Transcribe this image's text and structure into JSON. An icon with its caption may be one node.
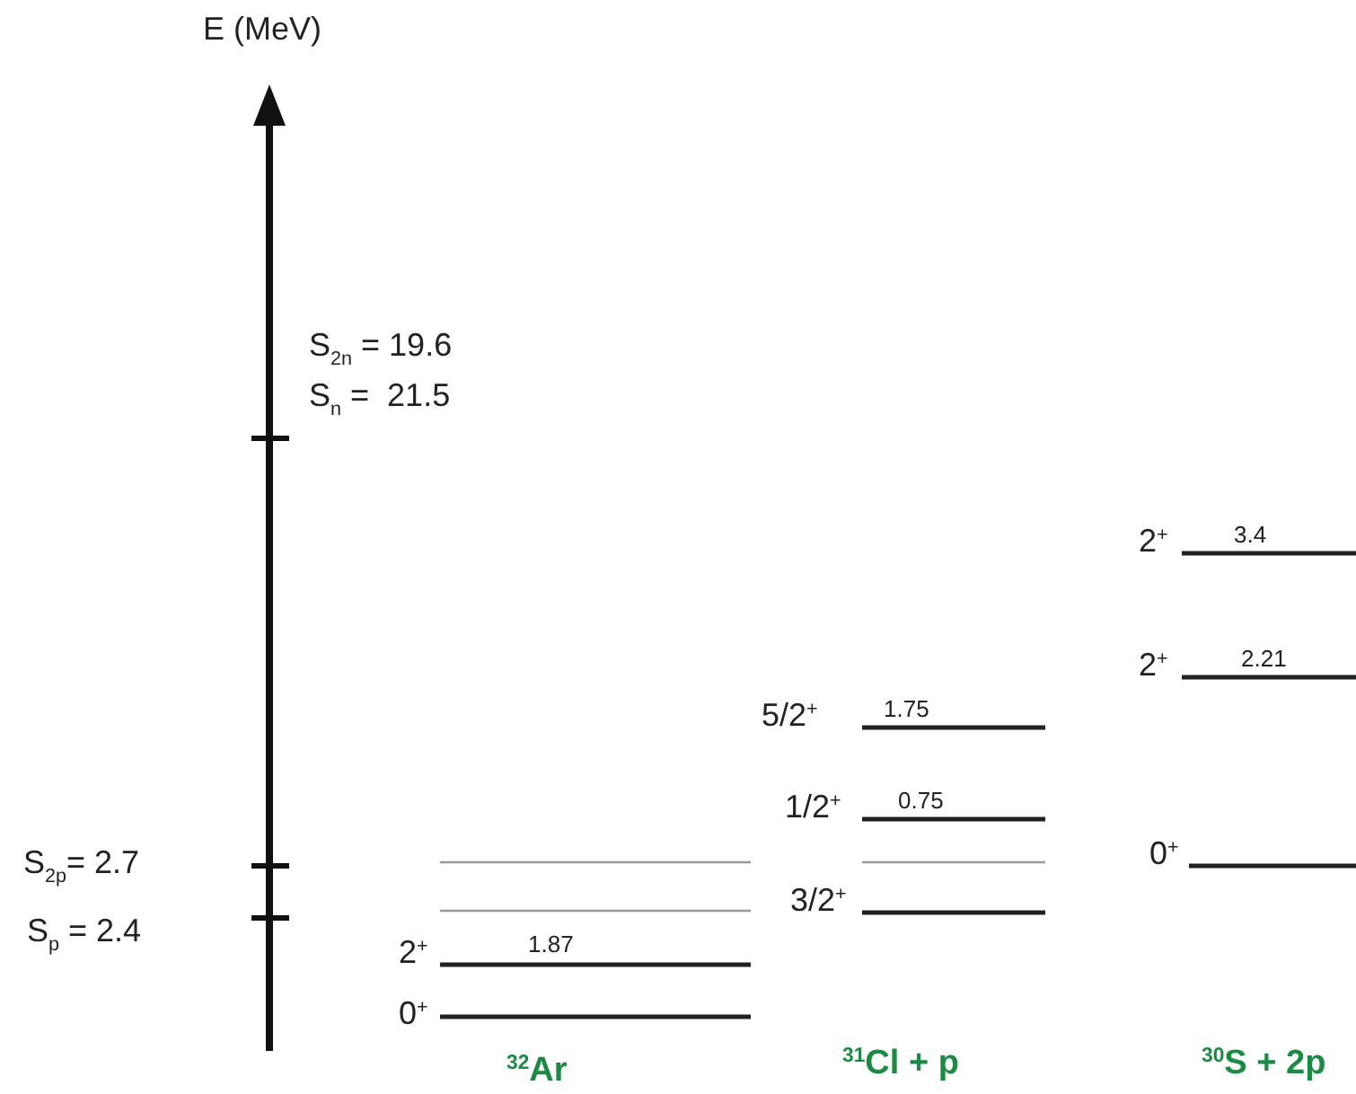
{
  "diagram": {
    "labels": [
      "E (MeV)",
      "S$_{2n}$ = 19.6",
      "S$_{n}$ =  21.5",
      "2$^{+}$",
      "3.4",
      "2$^{+}$",
      "2.21",
      "5/2$^{+}$",
      "1.75",
      "0$^{+}$",
      "1/2$^{+}$",
      "0.75",
      "S$_{2p}$= 2.7",
      "3/2$^{+}$",
      "S$_{p}$ = 2.4",
      "2$^{+}$",
      "1.87",
      "0$^{+}$",
      "$^{32}$Ar",
      "$^{31}$Cl + p",
      "$^{30}$S + 2p"
    ]
  }
}
